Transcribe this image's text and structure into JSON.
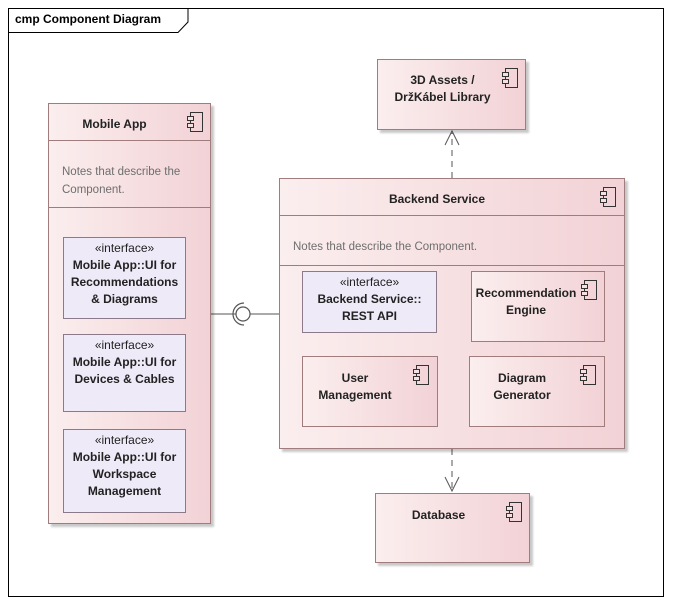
{
  "frame": {
    "title": "cmp Component Diagram"
  },
  "components": {
    "assets": {
      "name": "3D Assets /\nDržKábel Library"
    },
    "mobile": {
      "name": "Mobile App",
      "note": "Notes that describe the\nComponent."
    },
    "backend": {
      "name": "Backend Service",
      "note": "Notes that describe the Component."
    },
    "recommendation": {
      "name": "Recommendation\nEngine"
    },
    "user_mgmt": {
      "name": "User\nManagement"
    },
    "diagram_gen": {
      "name": "Diagram\nGenerator"
    },
    "database": {
      "name": "Database"
    }
  },
  "interfaces": {
    "ui_recommend": {
      "stereotype": "«interface»",
      "name": "Mobile App::UI for\nRecommendations\n& Diagrams"
    },
    "ui_devices": {
      "stereotype": "«interface»",
      "name": "Mobile App::UI for\nDevices & Cables"
    },
    "ui_workspace": {
      "stereotype": "«interface»",
      "name": "Mobile App::UI for\nWorkspace\nManagement"
    },
    "rest_api": {
      "stereotype": "«interface»",
      "name": "Backend Service::\nREST API"
    }
  },
  "icons": {
    "component": "component-icon"
  },
  "colors": {
    "component_fill": "#f4dadd",
    "interface_fill": "#efeaf8",
    "border": "#a07c7c"
  }
}
